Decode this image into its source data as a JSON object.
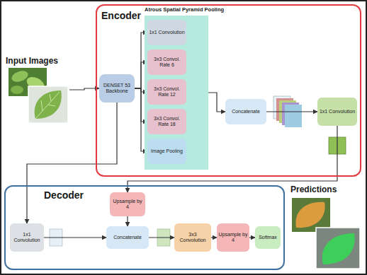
{
  "diagram": {
    "nodes": [
      {
        "text": [
          "Input Images"
        ]
      },
      {
        "text": [
          "Encoder"
        ]
      },
      {
        "text": [
          "Atrous Spatial Pyramid Pooling"
        ],
        "in": 1
      },
      {
        "text": [
          "DENSET 53 Backbone"
        ],
        "in": 1
      },
      {
        "text": [
          "1x1 Convolution"
        ],
        "in": 2
      },
      {
        "text": [
          "3x3 Convol. Rate 6"
        ],
        "in": 2
      },
      {
        "text": [
          "3x3 Convol. Rate 12"
        ],
        "in": 2
      },
      {
        "text": [
          "3x3 Convol. Rate 18"
        ],
        "in": 2
      },
      {
        "text": [
          "Image Pooling"
        ],
        "in": 2
      },
      {
        "text": [
          "Concatenate"
        ],
        "in": 1
      },
      {
        "text": [
          "1x1 Convolution"
        ],
        "in": 1
      },
      {
        "text": [
          "Decoder"
        ]
      },
      {
        "text": [
          "1x1 Convolution"
        ],
        "in": 11
      },
      {
        "text": [
          "Upsample by 4"
        ],
        "in": 11
      },
      {
        "text": [
          "Concatenate"
        ],
        "in": 11
      },
      {
        "text": [
          "3x3 Convolution"
        ],
        "in": 11
      },
      {
        "text": [
          "Upsample by 4"
        ],
        "in": 11
      },
      {
        "text": [
          "Softmax"
        ],
        "in": 11
      },
      {
        "text": [
          "Predictions"
        ]
      }
    ],
    "edges": [
      {
        "from": 0,
        "to": 3,
        "arrow": "to"
      },
      {
        "from": 3,
        "to": 4,
        "arrow": "to"
      },
      {
        "from": 3,
        "to": 5,
        "arrow": "to"
      },
      {
        "from": 3,
        "to": 6,
        "arrow": "to"
      },
      {
        "from": 3,
        "to": 7,
        "arrow": "to"
      },
      {
        "from": 3,
        "to": 8,
        "arrow": "to"
      },
      {
        "from": 2,
        "to": 9,
        "arrow": "to"
      },
      {
        "from": 9,
        "to": 10,
        "arrow": "to"
      },
      {
        "from": 10,
        "to": 13,
        "arrow": "to"
      },
      {
        "from": 3,
        "to": 12,
        "arrow": "to"
      },
      {
        "from": 12,
        "to": 14,
        "arrow": "to"
      },
      {
        "from": 13,
        "to": 14,
        "arrow": "to"
      },
      {
        "from": 14,
        "to": 15,
        "arrow": "to"
      },
      {
        "from": 15,
        "to": 16,
        "arrow": "to"
      },
      {
        "from": 16,
        "to": 17,
        "arrow": "to"
      }
    ]
  }
}
